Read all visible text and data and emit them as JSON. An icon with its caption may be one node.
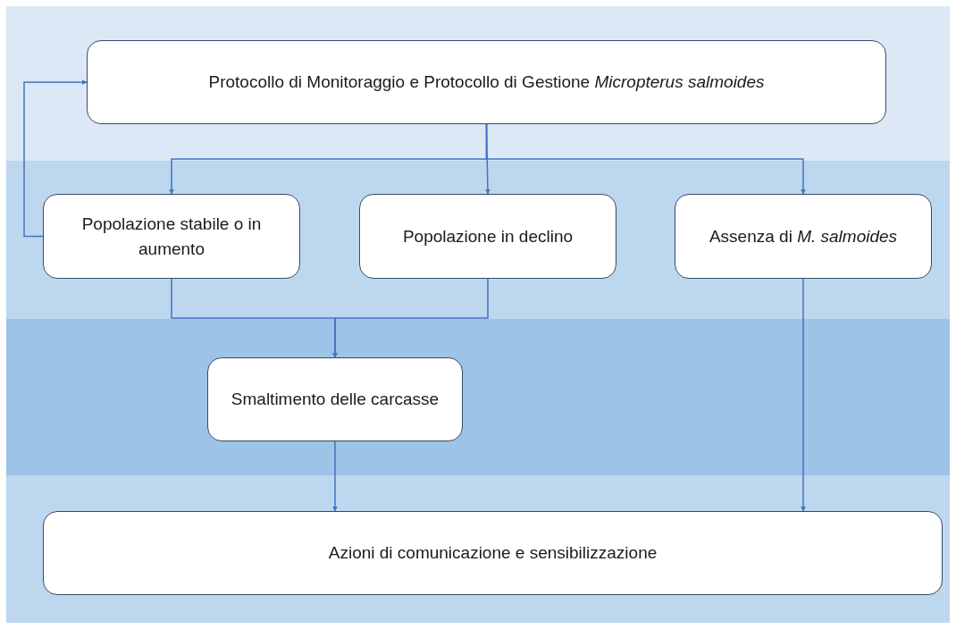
{
  "diagram": {
    "nodes": [
      {
        "text": [
          "Protocollo di Monitoraggio e Protocollo di Gestione *Micropterus salmoides*"
        ]
      },
      {
        "text": [
          "Popolazione stabile o in aumento"
        ]
      },
      {
        "text": [
          "Popolazione in declino"
        ]
      },
      {
        "text": [
          "Assenza di *M. salmoides*"
        ]
      },
      {
        "text": [
          "Smaltimento delle carcasse"
        ]
      },
      {
        "text": [
          "Azioni di comunicazione e sensibilizzazione"
        ]
      }
    ],
    "edges": [
      {
        "from": 0,
        "to": 1,
        "arrow": "to"
      },
      {
        "from": 0,
        "to": 2,
        "arrow": "to"
      },
      {
        "from": 0,
        "to": 3,
        "arrow": "to"
      },
      {
        "from": 1,
        "to": 0,
        "arrow": "to"
      },
      {
        "from": 1,
        "to": 4,
        "arrow": "to"
      },
      {
        "from": 2,
        "to": 4,
        "arrow": "to"
      },
      {
        "from": 4,
        "to": 5,
        "arrow": "to"
      },
      {
        "from": 3,
        "to": 5,
        "arrow": "to"
      }
    ]
  }
}
